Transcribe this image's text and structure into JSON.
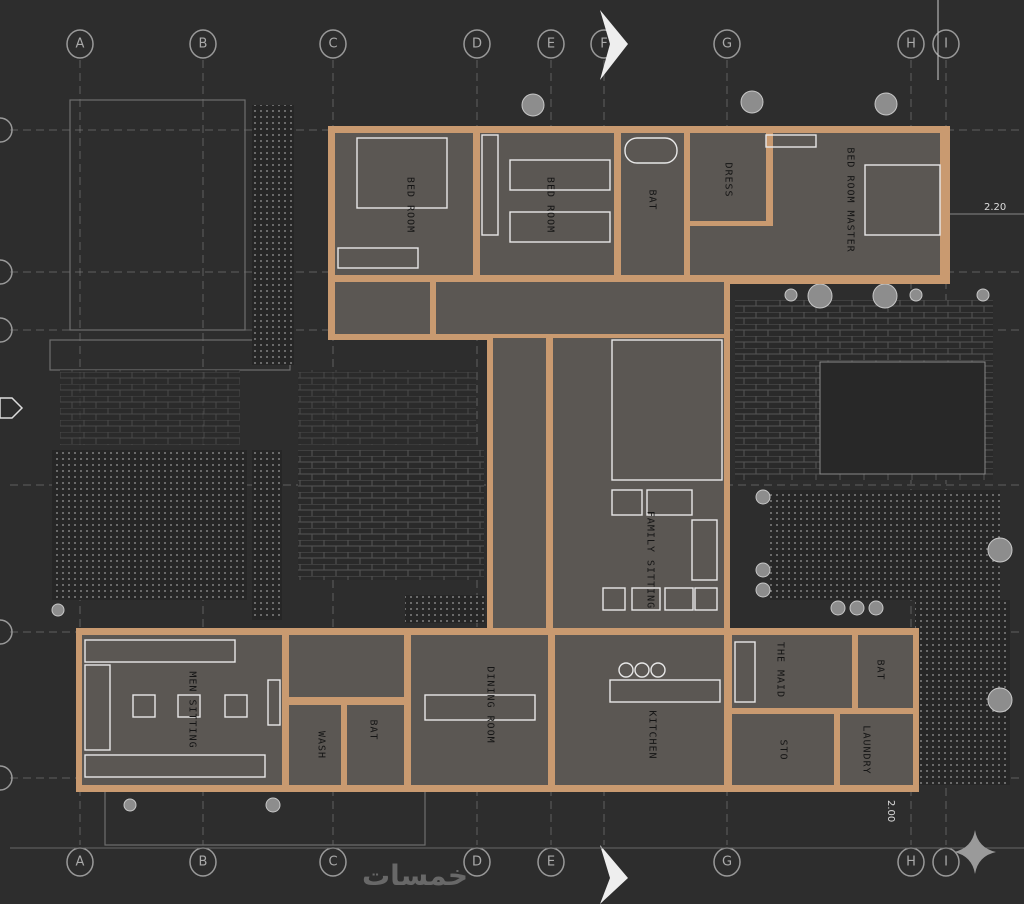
{
  "plan": {
    "grid_axes": [
      "A",
      "B",
      "C",
      "D",
      "E",
      "F",
      "G",
      "H",
      "I"
    ],
    "rooms": {
      "bedroom_1": "BED ROOM",
      "bedroom_2": "BED ROOM",
      "bath_top": "BAT",
      "dress": "DRESS",
      "master_bedroom": "BED ROOM MASTER",
      "men_sitting": "MEN SITTING",
      "wash": "WASH",
      "bath_bottom": "BAT",
      "dining_room": "DINING ROOM",
      "family_sitting": "FAMILY SITTING",
      "kitchen": "KITCHEN",
      "maid": "THE MAID",
      "bath_maid": "BAT",
      "store": "STO",
      "laundry": "LAUNDRY"
    },
    "dimensions": [
      "2.20",
      "2.00"
    ],
    "watermark": "خمسات",
    "colors": {
      "wall": "#c99a70",
      "floor": "#5b5753",
      "background": "#2d2d2d"
    }
  }
}
